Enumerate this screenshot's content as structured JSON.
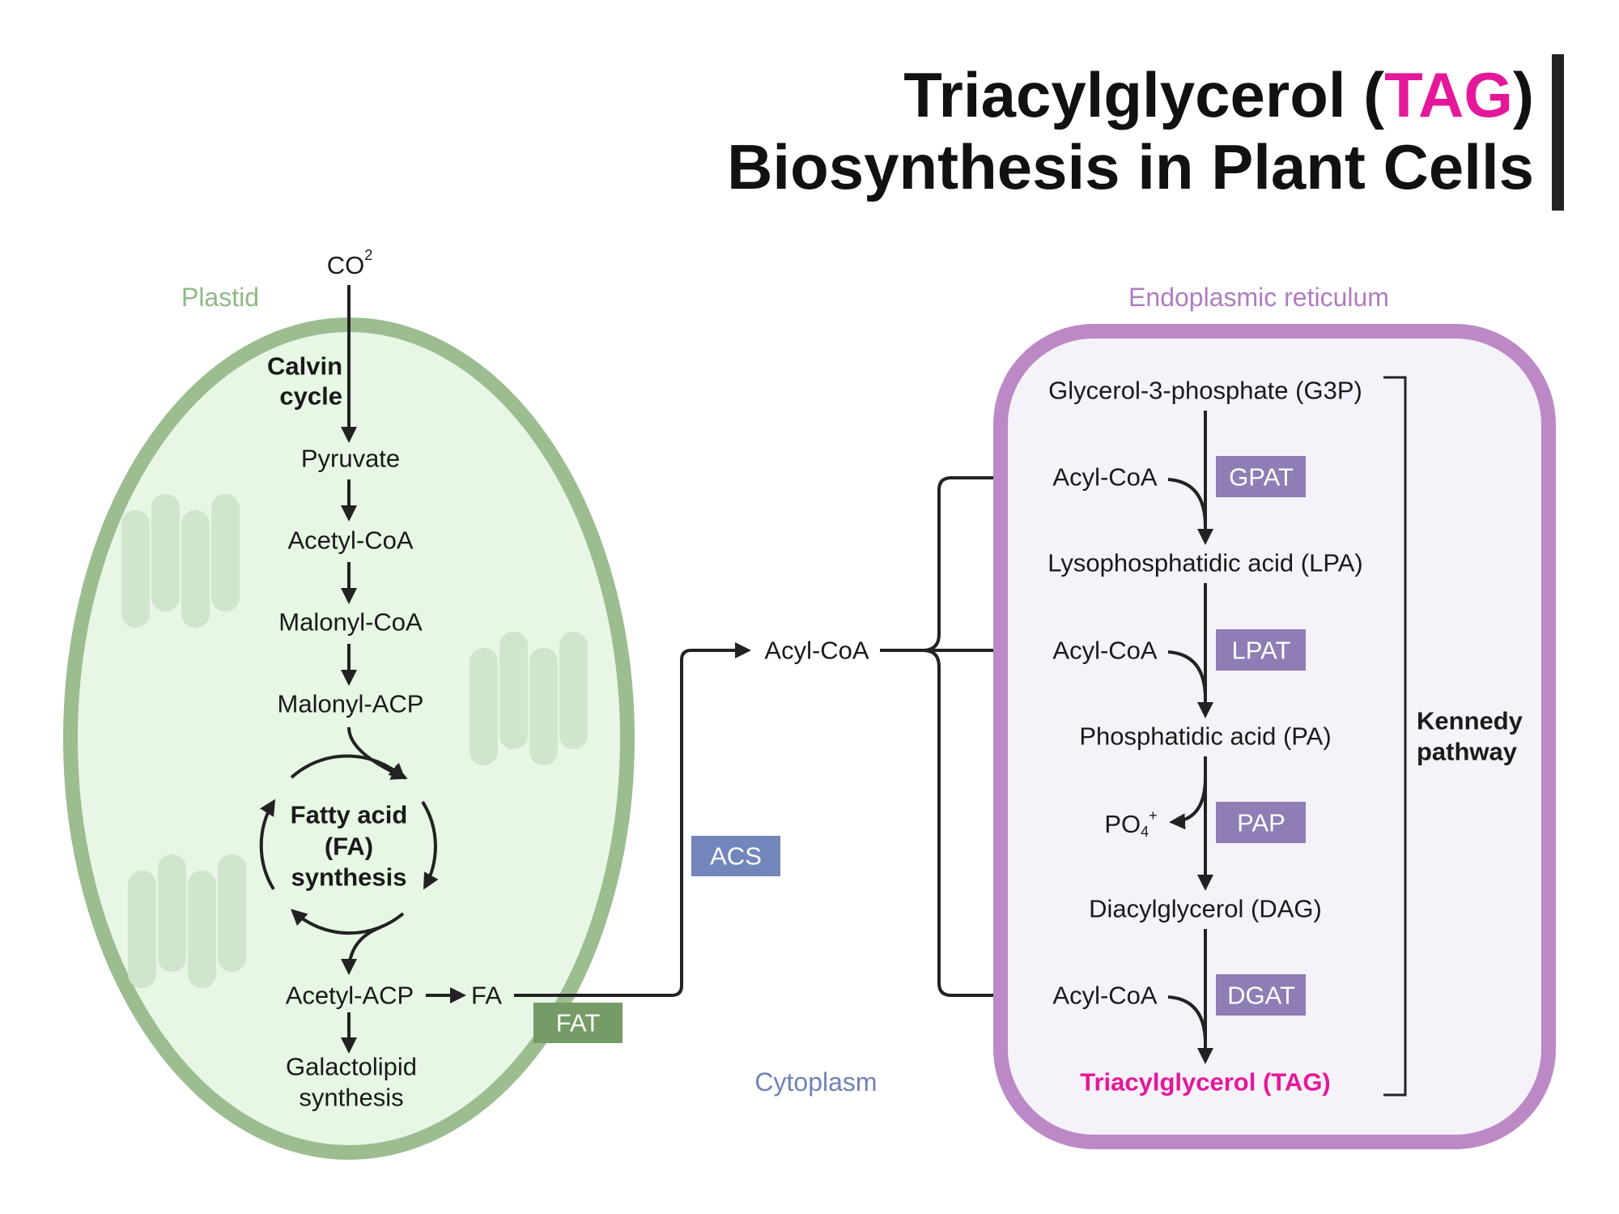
{
  "title": {
    "line1_pre": "Triacylglycerol (",
    "line1_highlight": "TAG",
    "line1_post": ")",
    "line2": "Biosynthesis in Plant Cells"
  },
  "colors": {
    "highlight": "#e5179a",
    "plastid_fill": "#e7f6e5",
    "plastid_stroke": "#9bbd90",
    "er_fill": "#f5f2fa",
    "er_stroke": "#bc89c6",
    "enzyme_er": "#8f7db5",
    "acs": "#7386bb",
    "fat": "#759b66"
  },
  "plastid": {
    "label": "Plastid",
    "co2": "CO",
    "co2_sup": "2",
    "calvin": [
      "Calvin",
      "cycle"
    ],
    "steps": [
      "Pyruvate",
      "Acetyl-CoA",
      "Malonyl-CoA",
      "Malonyl-ACP"
    ],
    "cycle": [
      "Fatty acid",
      "(FA)",
      "synthesis"
    ],
    "acetyl_acp": "Acetyl-ACP",
    "fa": "FA",
    "galactolipid": [
      "Galactolipid",
      "synthesis"
    ],
    "fat_enzyme": "FAT"
  },
  "cytoplasm": {
    "label": "Cytoplasm",
    "acyl_coa": "Acyl-CoA",
    "acs_enzyme": "ACS"
  },
  "er": {
    "label": "Endoplasmic reticulum",
    "g3p": "Glycerol-3-phosphate (G3P)",
    "lpa": "Lysophosphatidic acid (LPA)",
    "pa": "Phosphatidic acid (PA)",
    "dag": "Diacylglycerol (DAG)",
    "tag": "Triacylglycerol (TAG)",
    "acyl_coa": "Acyl-CoA",
    "po4": "PO",
    "po4_sub": "4",
    "po4_sup": "+",
    "enzymes": [
      "GPAT",
      "LPAT",
      "PAP",
      "DGAT"
    ],
    "kennedy": [
      "Kennedy",
      "pathway"
    ]
  }
}
